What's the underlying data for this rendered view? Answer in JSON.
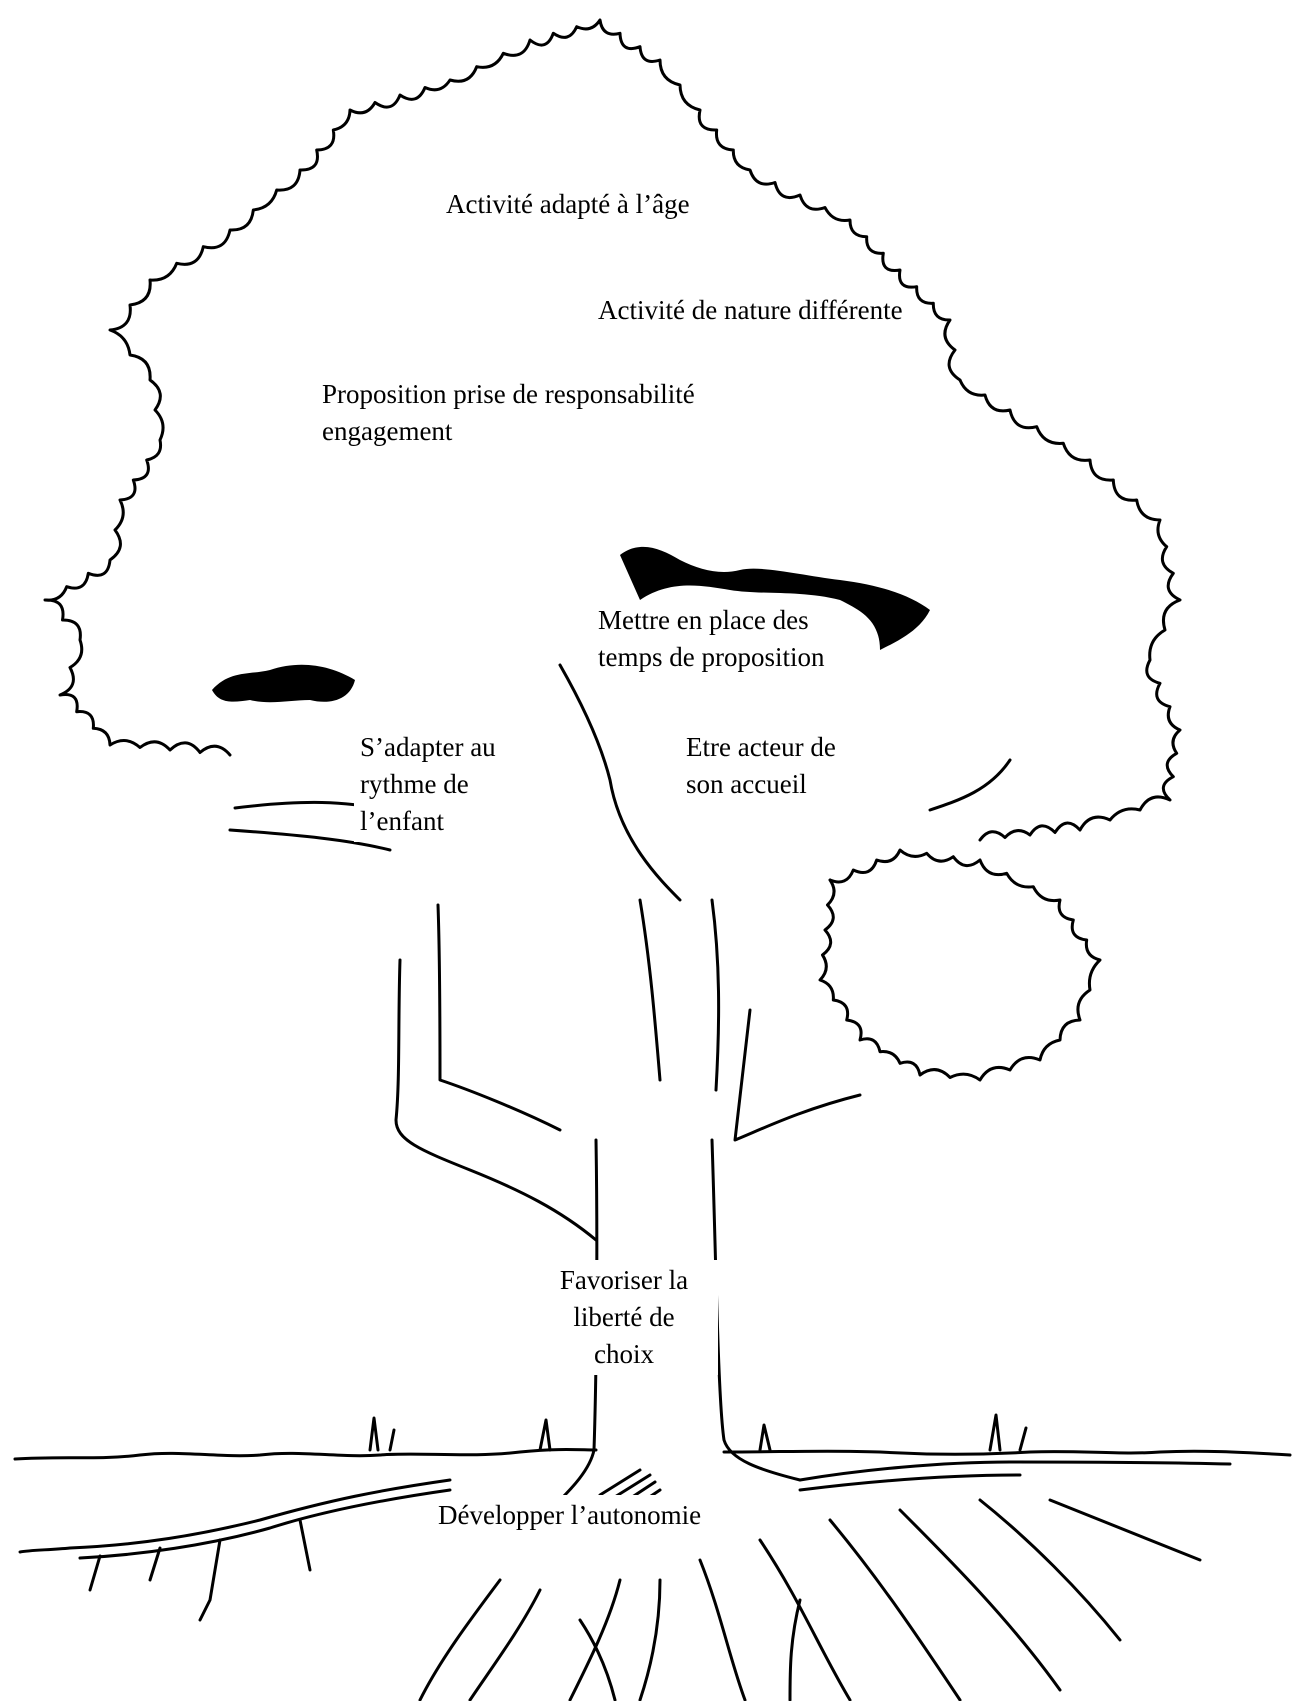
{
  "labels": {
    "age": "Activité adapté à l’âge",
    "nature": "Activité de nature différente",
    "responsabilite": "Proposition prise de responsabilité\nengagement",
    "temps": "Mettre en place des\ntemps de proposition",
    "rythme": "S’adapter au\nrythme de\nl’enfant",
    "acteur": "Etre acteur de\nson accueil",
    "liberte": "Favoriser la\nliberté de\nchoix",
    "autonomie": "Développer l’autonomie"
  },
  "colors": {
    "ink": "#000000",
    "background": "#ffffff"
  }
}
